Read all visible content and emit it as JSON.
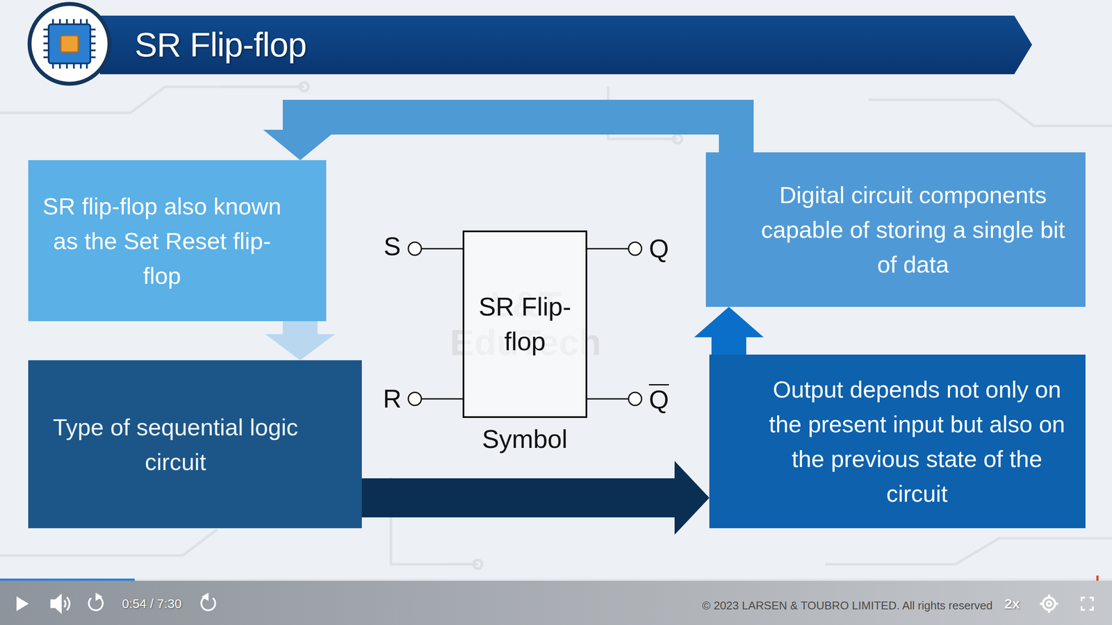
{
  "diagram": {
    "title": "SR Flip-flop",
    "nodes": [
      {
        "text": [
          "SR flip-flop also known as the Set Reset flip-flop"
        ]
      },
      {
        "text": [
          "Digital circuit components capable of storing a single bit of data"
        ]
      },
      {
        "text": [
          "SR Flip-flop"
        ]
      },
      {
        "text": [
          "Type of sequential logic circuit"
        ]
      },
      {
        "text": [
          "Output depends not only on the present input but also on the previous state of the circuit"
        ]
      }
    ],
    "edges": [
      {
        "from": 1,
        "to": 0,
        "arrow": "to"
      },
      {
        "from": 0,
        "to": 3,
        "arrow": "to"
      },
      {
        "from": 3,
        "to": 4,
        "arrow": "to"
      },
      {
        "from": 4,
        "to": 1,
        "arrow": "to"
      }
    ],
    "labels": [
      "S",
      "R",
      "Q",
      "Q",
      "Symbol",
      "L&T EduTech",
      "0:54 / 7:30",
      "2x",
      "© 2023 LARSEN & TOUBRO LIMITED. All rights reserved"
    ]
  }
}
